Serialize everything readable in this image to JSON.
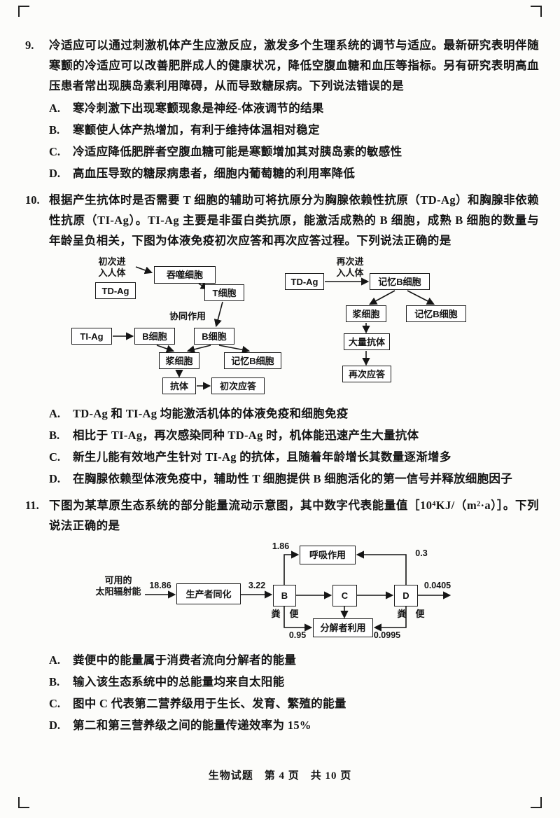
{
  "footer": {
    "text": "生物试题　第 4 页　共 10 页"
  },
  "q9": {
    "number": "9.",
    "stem": "冷适应可以通过刺激机体产生应激反应，激发多个生理系统的调节与适应。最新研究表明伴随寒颤的冷适应可以改善肥胖成人的健康状况，降低空腹血糖和血压等指标。另有研究表明高血压患者常出现胰岛素利用障碍，从而导致糖尿病。下列说法错误的是",
    "options": [
      {
        "label": "A.",
        "text": "寒冷刺激下出现寒颤现象是神经-体液调节的结果"
      },
      {
        "label": "B.",
        "text": "寒颤使人体产热增加，有利于维持体温相对稳定"
      },
      {
        "label": "C.",
        "text": "冷适应降低肥胖者空腹血糖可能是寒颤增加其对胰岛素的敏感性"
      },
      {
        "label": "D.",
        "text": "高血压导致的糖尿病患者，细胞内葡萄糖的利用率降低"
      }
    ]
  },
  "q10": {
    "number": "10.",
    "stem": "根据产生抗体时是否需要 T 细胞的辅助可将抗原分为胸腺依赖性抗原（TD-Ag）和胸腺非依赖性抗原（TI-Ag）。TI-Ag 主要是非蛋白类抗原，能激活成熟的 B 细胞，成熟 B 细胞的数量与年龄呈负相关，下图为体液免疫初次应答和再次应答过程。下列说法正确的是",
    "diagram": {
      "primary": {
        "entry": "初次进\n入人体",
        "phagocyte": "吞噬细胞",
        "td_ag": "TD-Ag",
        "t_cell": "T细胞",
        "synergy": "协同作用",
        "ti_ag": "TI-Ag",
        "b_cell_left": "B细胞",
        "b_cell_right": "B细胞",
        "plasma_cell": "浆细胞",
        "memory_cell": "记忆B细胞",
        "antibody": "抗体",
        "response": "初次应答"
      },
      "secondary": {
        "td_ag": "TD-Ag",
        "entry": "再次进\n入人体",
        "memory_cell_1": "记忆B细胞",
        "plasma_cell": "浆细胞",
        "memory_cell_2": "记忆B细胞",
        "mass_antibody": "大量抗体",
        "response": "再次应答"
      }
    },
    "options": [
      {
        "label": "A.",
        "text": "TD-Ag 和 TI-Ag 均能激活机体的体液免疫和细胞免疫"
      },
      {
        "label": "B.",
        "text": "相比于 TI-Ag，再次感染同种 TD-Ag 时，机体能迅速产生大量抗体"
      },
      {
        "label": "C.",
        "text": "新生儿能有效地产生针对 TI-Ag 的抗体，且随着年龄增长其数量逐渐增多"
      },
      {
        "label": "D.",
        "text": "在胸腺依赖型体液免疫中，辅助性 T 细胞提供 B 细胞活化的第一信号并释放细胞因子"
      }
    ]
  },
  "q11": {
    "number": "11.",
    "stem": "下图为某草原生态系统的部分能量流动示意图，其中数字代表能量值［10⁴KJ/（m²·a）］。下列说法正确的是",
    "diagram": {
      "solar": "可用的\n太阳辐射能",
      "producer": "生产者同化",
      "respiration": "呼吸作用",
      "decomposer": "分解者利用",
      "b": "B",
      "c": "C",
      "d": "D",
      "feces_left": "粪　便",
      "feces_right": "粪　便",
      "values": {
        "solar_in": "18.86",
        "producer_to_b": "3.22",
        "b_to_resp": "1.86",
        "d_to_resp": "0.3",
        "d_out": "0.0405",
        "b_feces": "0.95",
        "d_feces": "0.0995"
      }
    },
    "options": [
      {
        "label": "A.",
        "text": "粪便中的能量属于消费者流向分解者的能量"
      },
      {
        "label": "B.",
        "text": "输入该生态系统中的总能量均来自太阳能"
      },
      {
        "label": "C.",
        "text": "图中 C 代表第二营养级用于生长、发育、繁殖的能量"
      },
      {
        "label": "D.",
        "text": "第二和第三营养级之间的能量传递效率为 15%"
      }
    ]
  }
}
